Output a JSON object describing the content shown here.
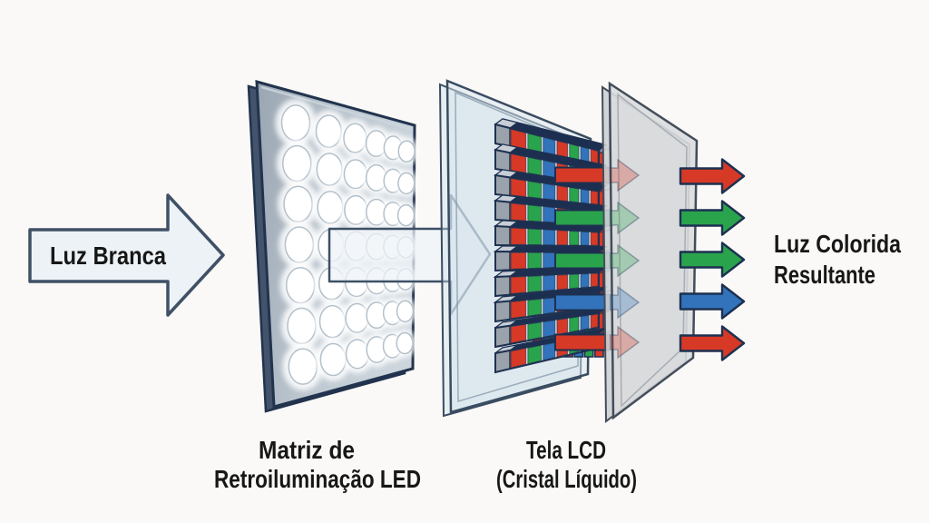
{
  "background": "#faf9f7",
  "colors": {
    "red": "#d73927",
    "green": "#2aa34d",
    "blue": "#3273bb",
    "gray_cap": "#9aa2ab",
    "navy_top": "#1d2f50",
    "outline": "#1d3050",
    "light_beam": "#eef3f7",
    "panel_stroke": "#22334e",
    "text": "#171717"
  },
  "input_arrow": {
    "label": "Luz Branca"
  },
  "backlight": {
    "label_line1": "Matriz de",
    "label_line2": "Retroiluminação LED",
    "led_rows": 7,
    "led_cols": 6
  },
  "lcd": {
    "label_line1": "Tela LCD",
    "label_line2": "(Cristal Líquido)",
    "bar_rows": 10,
    "subpixel_pattern": [
      "red",
      "green",
      "blue",
      "red",
      "green",
      "blue",
      "red"
    ],
    "backdrop_stripes": [
      "red",
      "blue",
      "green",
      "red",
      "blue",
      "green",
      "red"
    ]
  },
  "output": {
    "label_line1": "Luz Colorida",
    "label_line2": "Resultante",
    "arrows": [
      "red",
      "green",
      "green",
      "blue",
      "red"
    ]
  }
}
